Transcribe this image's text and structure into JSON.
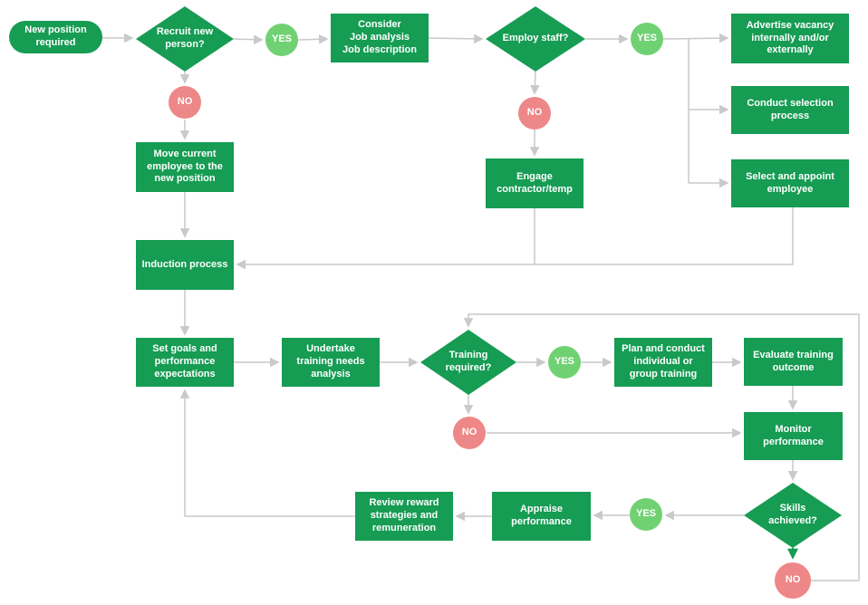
{
  "diagram": {
    "colors": {
      "shape_fill": "#169c53",
      "yes_fill": "#70d173",
      "no_fill": "#ee8787",
      "text": "#ffffff",
      "connector": "#c9c9c9",
      "green_connector": "#169c53",
      "background": "#ffffff"
    },
    "nodes": {
      "start": {
        "type": "terminator",
        "label": "New position\nrequired"
      },
      "recruit": {
        "type": "decision",
        "label": "Recruit new\nperson?"
      },
      "yes_recruit": {
        "type": "yes-badge",
        "label": "YES"
      },
      "no_recruit": {
        "type": "no-badge",
        "label": "NO"
      },
      "consider": {
        "type": "process",
        "label": "Consider\nJob analysis\nJob description"
      },
      "employ": {
        "type": "decision",
        "label": "Employ staff?"
      },
      "yes_employ": {
        "type": "yes-badge",
        "label": "YES"
      },
      "no_employ": {
        "type": "no-badge",
        "label": "NO"
      },
      "advertise": {
        "type": "process",
        "label": "Advertise vacancy\ninternally and/or\nexternally"
      },
      "conduct": {
        "type": "process",
        "label": "Conduct selection\nprocess"
      },
      "select": {
        "type": "process",
        "label": "Select and appoint\nemployee"
      },
      "move": {
        "type": "process",
        "label": "Move current\nemployee to the\nnew position"
      },
      "engage": {
        "type": "process",
        "label": "Engage\ncontractor/temp"
      },
      "induction": {
        "type": "process",
        "label": "Induction process"
      },
      "setgoals": {
        "type": "process",
        "label": "Set goals and\nperformance\nexpectations"
      },
      "undertake": {
        "type": "process",
        "label": "Undertake\ntraining needs\nanalysis"
      },
      "training": {
        "type": "decision",
        "label": "Training\nrequired?"
      },
      "yes_training": {
        "type": "yes-badge",
        "label": "YES"
      },
      "no_training": {
        "type": "no-badge",
        "label": "NO"
      },
      "plan": {
        "type": "process",
        "label": "Plan and conduct\nindividual or\ngroup training"
      },
      "evaluate": {
        "type": "process",
        "label": "Evaluate training\noutcome"
      },
      "monitor": {
        "type": "process",
        "label": "Monitor\nperformance"
      },
      "skills": {
        "type": "decision",
        "label": "Skills\nachieved?"
      },
      "yes_skills": {
        "type": "yes-badge",
        "label": "YES"
      },
      "no_skills": {
        "type": "no-badge",
        "label": "NO"
      },
      "appraise": {
        "type": "process",
        "label": "Appraise\nperformance"
      },
      "review": {
        "type": "process",
        "label": "Review reward\nstrategies and\nremuneration"
      }
    },
    "edges": [
      {
        "from": "start",
        "to": "recruit",
        "label": ""
      },
      {
        "from": "recruit",
        "to": "consider",
        "label": "YES"
      },
      {
        "from": "recruit",
        "to": "move",
        "label": "NO"
      },
      {
        "from": "consider",
        "to": "employ",
        "label": ""
      },
      {
        "from": "employ",
        "to": "advertise",
        "label": "YES"
      },
      {
        "from": "employ",
        "to": "conduct",
        "label": "YES"
      },
      {
        "from": "employ",
        "to": "select",
        "label": "YES"
      },
      {
        "from": "employ",
        "to": "engage",
        "label": "NO"
      },
      {
        "from": "select",
        "to": "induction",
        "label": ""
      },
      {
        "from": "engage",
        "to": "induction",
        "label": ""
      },
      {
        "from": "move",
        "to": "induction",
        "label": ""
      },
      {
        "from": "induction",
        "to": "setgoals",
        "label": ""
      },
      {
        "from": "setgoals",
        "to": "undertake",
        "label": ""
      },
      {
        "from": "undertake",
        "to": "training",
        "label": ""
      },
      {
        "from": "training",
        "to": "plan",
        "label": "YES"
      },
      {
        "from": "training",
        "to": "monitor",
        "label": "NO"
      },
      {
        "from": "plan",
        "to": "evaluate",
        "label": ""
      },
      {
        "from": "evaluate",
        "to": "monitor",
        "label": ""
      },
      {
        "from": "monitor",
        "to": "skills",
        "label": ""
      },
      {
        "from": "skills",
        "to": "appraise",
        "label": "YES"
      },
      {
        "from": "skills",
        "to": "training",
        "label": "NO"
      },
      {
        "from": "appraise",
        "to": "review",
        "label": ""
      },
      {
        "from": "review",
        "to": "setgoals",
        "label": ""
      }
    ]
  }
}
